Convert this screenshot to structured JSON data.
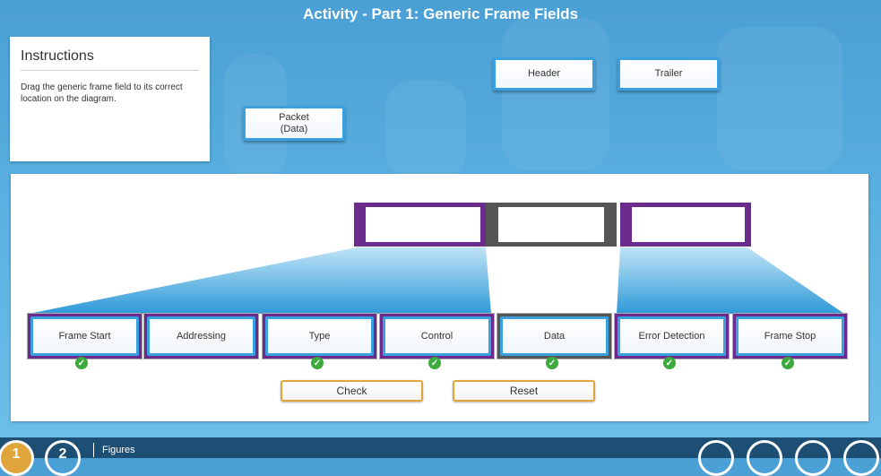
{
  "title": "Activity - Part 1: Generic Frame Fields",
  "instructions": {
    "heading": "Instructions",
    "text": "Drag the generic frame field to its correct location on the diagram."
  },
  "draggables": {
    "header": "Header",
    "trailer": "Trailer",
    "packet": "Packet\n(Data)"
  },
  "fields": [
    {
      "label": "Frame Start",
      "checked": true
    },
    {
      "label": "Addressing",
      "checked": false
    },
    {
      "label": "Type",
      "checked": true
    },
    {
      "label": "Control",
      "checked": true
    },
    {
      "label": "Data",
      "checked": true
    },
    {
      "label": "Error Detection",
      "checked": true
    },
    {
      "label": "Frame Stop",
      "checked": true
    }
  ],
  "buttons": {
    "check": "Check",
    "reset": "Reset"
  },
  "footer": {
    "page1": "1",
    "page2": "2",
    "figures_label": "Figures"
  },
  "colors": {
    "header_slot": "#6a2b8d",
    "data_slot": "#555555",
    "check": "#3caa3c",
    "button_border": "#e0a53a"
  }
}
